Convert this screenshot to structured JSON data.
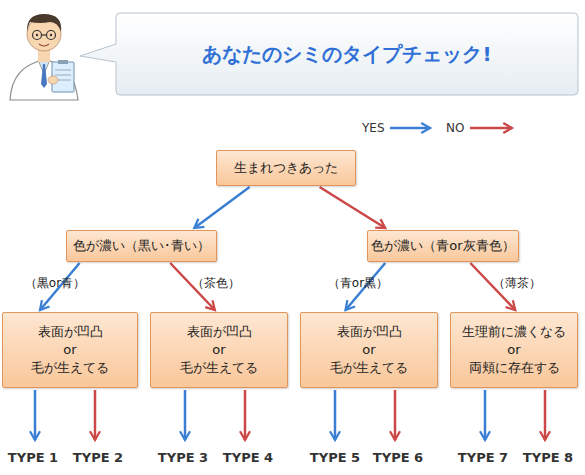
{
  "diagram": {
    "title": "あなたのシミのタイプチェック!",
    "nodes": [
      {
        "text": [
          "生まれつきあった"
        ]
      },
      {
        "text": [
          "色が濃い（黒い･青い）"
        ]
      },
      {
        "text": [
          "色が濃い（青or灰青色）"
        ]
      },
      {
        "text": [
          "表面が凹凸 or 毛が生えてる"
        ]
      },
      {
        "text": [
          "表面が凹凸 or 毛が生えてる"
        ]
      },
      {
        "text": [
          "表面が凹凸 or 毛が生えてる"
        ]
      },
      {
        "text": [
          "生理前に濃くなる or 両頬に存在する"
        ]
      }
    ],
    "edges": [
      {
        "from": 0,
        "to": 1,
        "arrow": "to"
      },
      {
        "from": 0,
        "to": 2,
        "arrow": "to"
      },
      {
        "from": 1,
        "to": 3,
        "label": "（黒or青）",
        "arrow": "to"
      },
      {
        "from": 1,
        "to": 4,
        "label": "（茶色）",
        "arrow": "to"
      },
      {
        "from": 2,
        "to": 5,
        "label": "（青or黒）",
        "arrow": "to"
      },
      {
        "from": 2,
        "to": 6,
        "label": "（薄茶）",
        "arrow": "to"
      }
    ],
    "labels": [
      "TYPE 1",
      "TYPE 2",
      "TYPE 3",
      "TYPE 4",
      "TYPE 5",
      "TYPE 6",
      "TYPE 7",
      "TYPE 8"
    ],
    "legend": [
      {
        "text": "YES"
      },
      {
        "text": "NO"
      }
    ]
  }
}
